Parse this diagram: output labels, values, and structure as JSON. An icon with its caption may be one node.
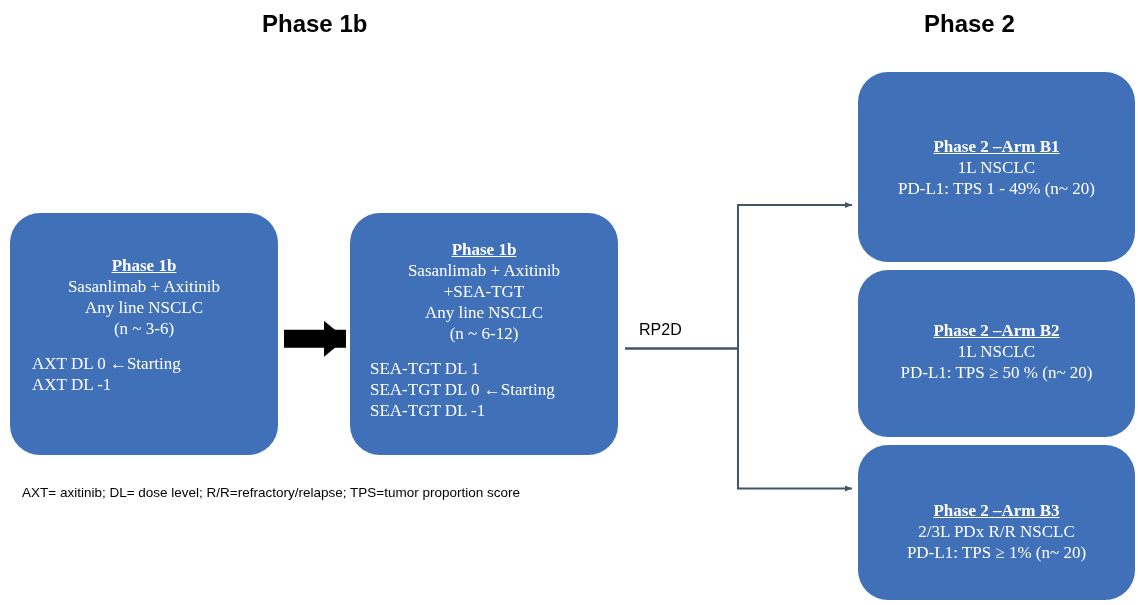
{
  "diagram": {
    "nodes": [
      {
        "text": [
          "Phase 1b",
          "Sasanlimab + Axitinib",
          "Any line NSCLC",
          "(n ~ 3-6)",
          "AXT DL 0 ←Starting",
          "AXT DL -1"
        ]
      },
      {
        "text": [
          "Phase 1b",
          "Sasanlimab + Axitinib",
          "+SEA-TGT",
          "Any line NSCLC",
          "(n ~ 6-12)",
          "SEA-TGT DL 1",
          "SEA-TGT DL 0 ←Starting",
          "SEA-TGT DL -1"
        ]
      },
      {
        "text": [
          "Phase 2 –Arm B1",
          "1L NSCLC",
          "PD-L1: TPS 1 - 49% (n~ 20)"
        ]
      },
      {
        "text": [
          "Phase 2 –Arm B2",
          "1L NSCLC",
          "PD-L1: TPS ≥ 50 % (n~ 20)"
        ]
      },
      {
        "text": [
          "Phase 2 –Arm B3",
          "2/3L PDx R/R NSCLC",
          "PD-L1: TPS ≥ 1% (n~ 20)"
        ]
      }
    ],
    "edges": [
      {
        "from": 0,
        "to": 1,
        "arrow": "to",
        "style": "thick",
        "color": "#000000"
      },
      {
        "from": 1,
        "to": 2,
        "arrow": "to",
        "label": "RP2D"
      },
      {
        "from": 1,
        "to": 4,
        "arrow": "to"
      }
    ],
    "labels": [
      "Phase 1b",
      "Phase 2",
      "AXT= axitinib; DL= dose level; R/R=refractory/relapse; TPS=tumor proportion score"
    ]
  }
}
